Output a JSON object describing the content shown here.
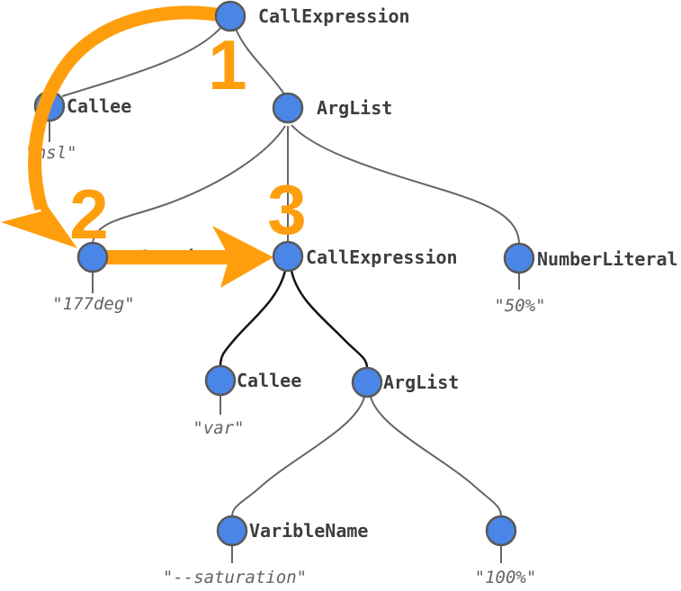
{
  "theme": {
    "background": "#ffffff",
    "orange": "#ff9e0d",
    "node_fill": "#4a86e8",
    "node_stroke": "#595959",
    "edge_gray": "#666666",
    "edge_black": "#141414",
    "label_color": "#3d3d3d",
    "value_color": "#5f6368"
  },
  "tree": {
    "nodes": [
      {
        "label": "CallExpression",
        "value": ""
      },
      {
        "label": "Callee",
        "value": "\"hsl\""
      },
      {
        "label": "ArgList",
        "value": ""
      },
      {
        "label": "NumberLiteral",
        "value": "\"177deg\""
      },
      {
        "label": "CallExpression",
        "value": ""
      },
      {
        "label": "NumberLiteral",
        "value": "\"50%\""
      },
      {
        "label": "Callee",
        "value": "\"var\""
      },
      {
        "label": "ArgList",
        "value": ""
      },
      {
        "label": "VaribleName",
        "value": "\"--saturation\""
      },
      {
        "label": "",
        "value": "\"100%\""
      }
    ]
  },
  "annotations": {
    "steps": [
      "1",
      "2",
      "3"
    ]
  }
}
